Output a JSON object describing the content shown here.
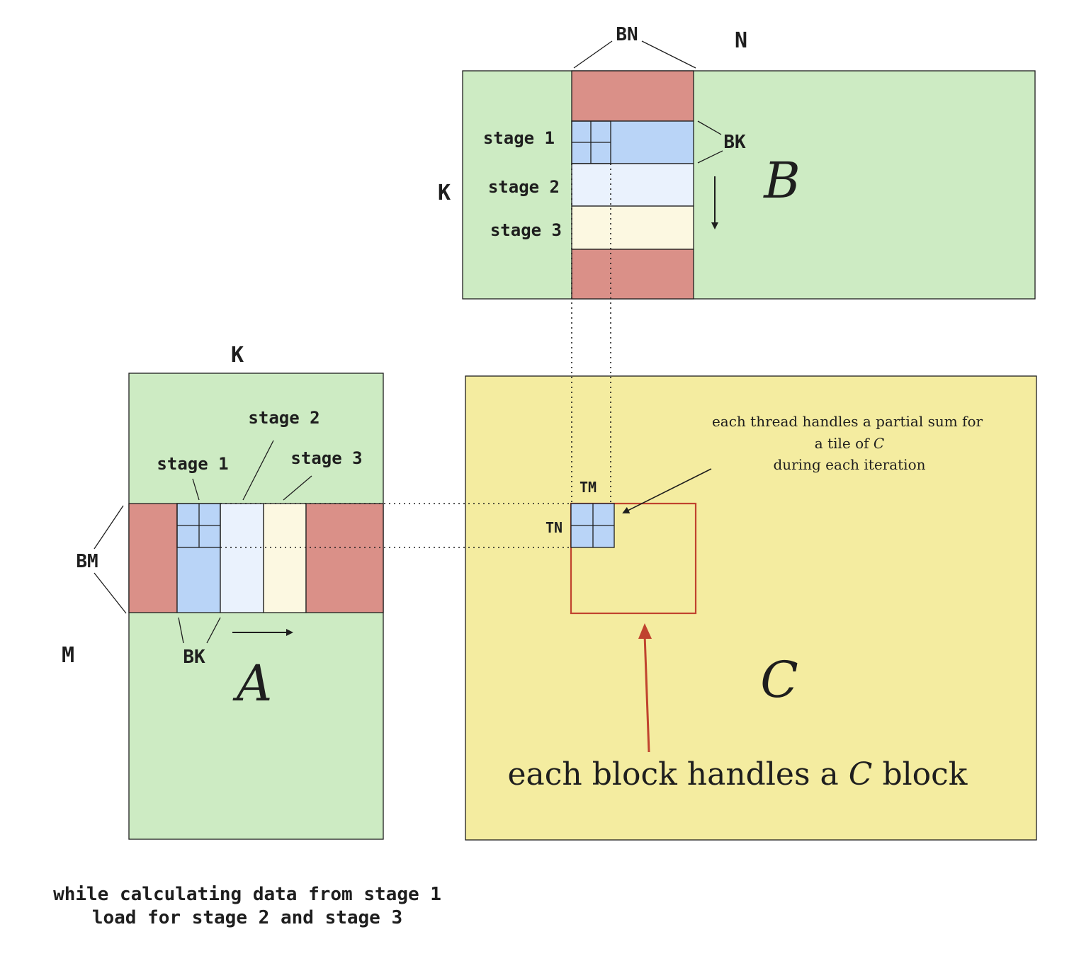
{
  "colors": {
    "matrix_green": "#cdebc3",
    "matrix_yellow": "#f4eca0",
    "tile_red": "#da9088",
    "stage1_blue": "#b9d4f7",
    "stage2_light": "#eaf2fd",
    "stage3_cream": "#fcf8e1",
    "highlight_red": "#c0432e",
    "ink": "#1e1e1e"
  },
  "matrix_b": {
    "name": "B",
    "dim_top": "N",
    "dim_left": "K",
    "tile_label": "BN",
    "step_label": "BK",
    "stage1": "stage 1",
    "stage2": "stage 2",
    "stage3": "stage 3"
  },
  "matrix_a": {
    "name": "A",
    "dim_top": "K",
    "dim_left": "M",
    "tile_label": "BM",
    "step_label": "BK",
    "stage1": "stage 1",
    "stage2": "stage 2",
    "stage3": "stage 3"
  },
  "matrix_c": {
    "name": "C",
    "thread_tile_top": "TM",
    "thread_tile_left": "TN",
    "thread_note_line1": "each thread handles a partial sum for",
    "thread_note_line2_prefix": "a tile of",
    "thread_note_line2_math": "C",
    "thread_note_line3": "during each iteration",
    "block_note_prefix": "each block handles a",
    "block_note_math": "C",
    "block_note_suffix": "block"
  },
  "footer": {
    "line1": "while calculating data from stage 1",
    "line2": "load for stage 2 and stage 3"
  },
  "icons": {
    "b_direction": "arrow-down-icon",
    "a_direction": "arrow-right-icon",
    "thread_pointer": "arrow-icon",
    "block_pointer": "arrow-up-icon"
  }
}
